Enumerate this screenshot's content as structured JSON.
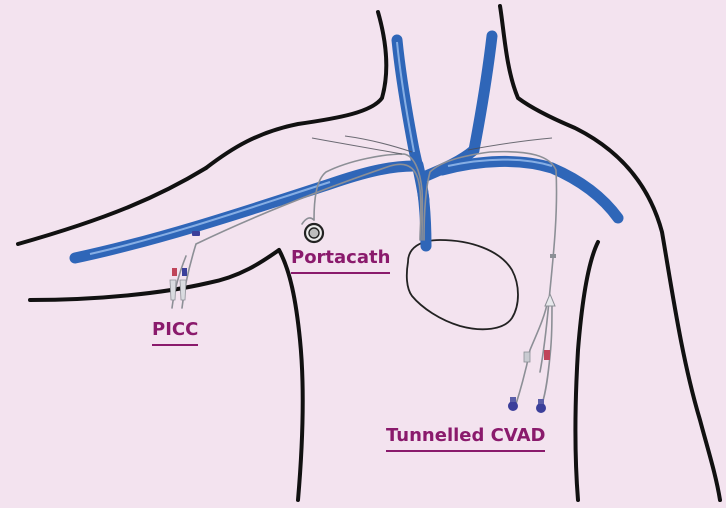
{
  "labels": {
    "portacath": "Portacath",
    "picc": "PICC",
    "tunnelled_cvad": "Tunnelled CVAD"
  },
  "colors": {
    "background": "#f3e3ef",
    "body_outline": "#111111",
    "vein": "#2f66b8",
    "catheter": "#8c8f96",
    "label_text": "#8a1a6c",
    "clamp_purple": "#3b3f9a",
    "cap_red": "#c0455a"
  },
  "icons": [
    "port-reservoir-icon",
    "catheter-clamp-icon",
    "catheter-cap-icon"
  ]
}
